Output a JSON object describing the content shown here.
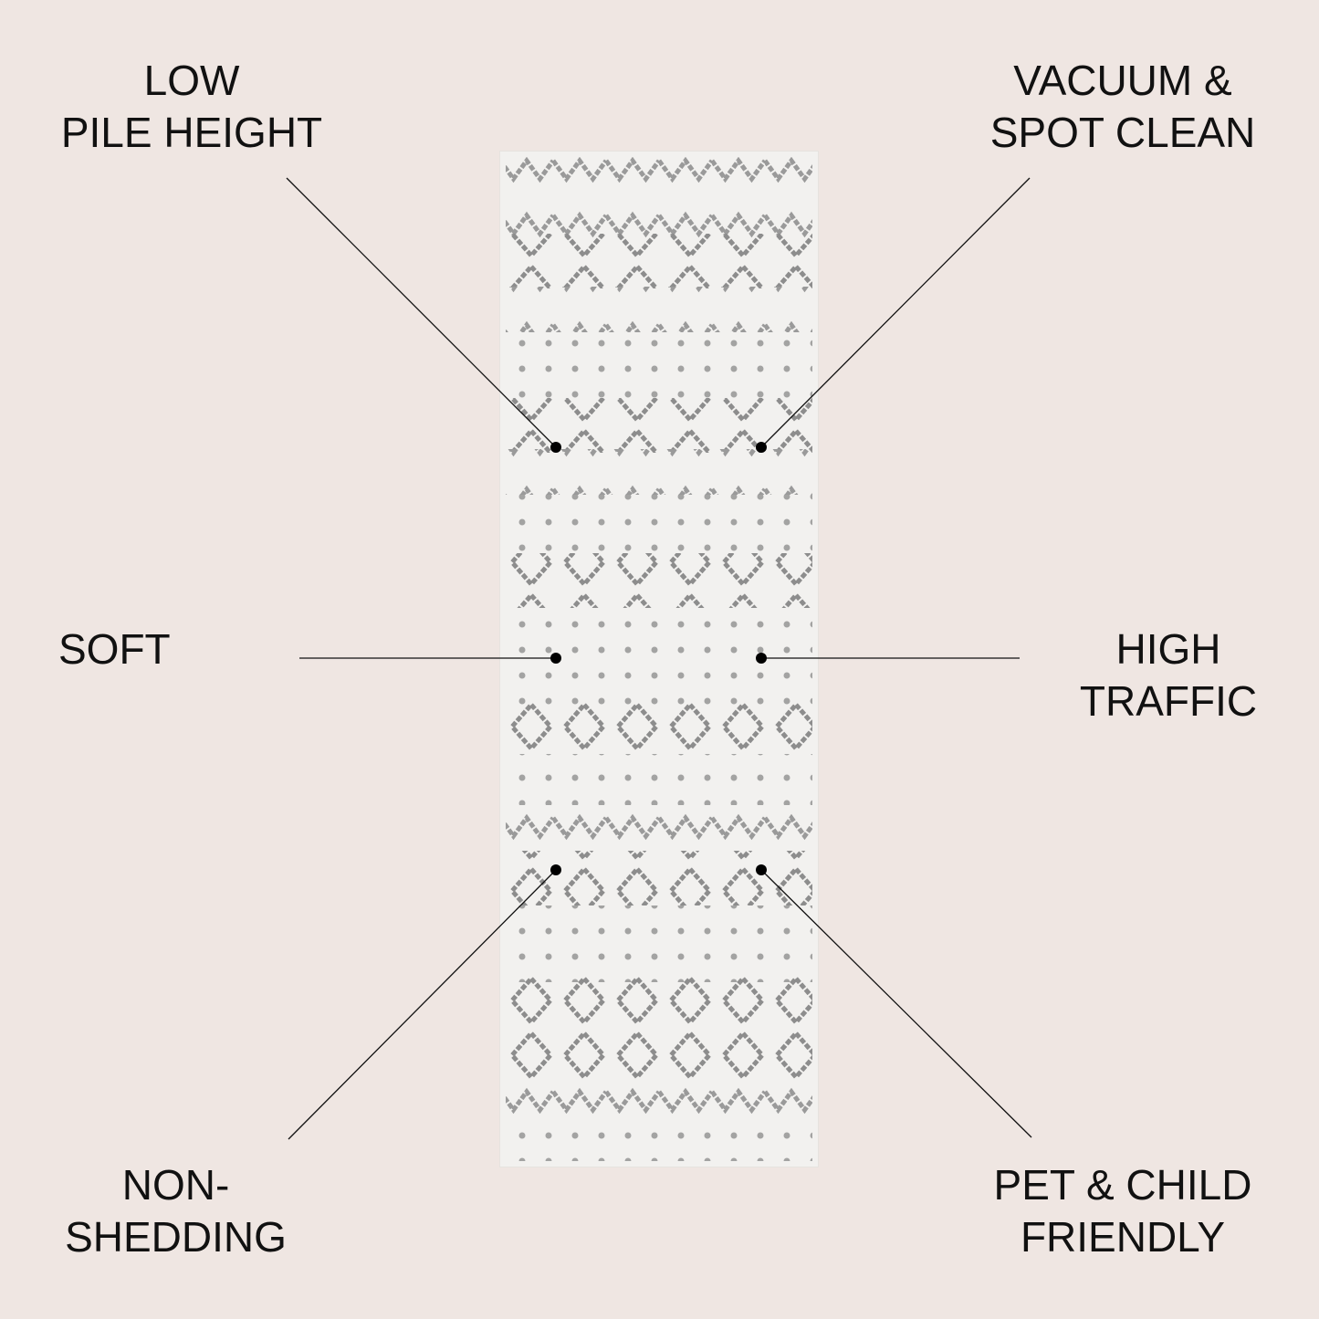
{
  "background_color": "#efe6e2",
  "product": {
    "name": "runner-rug",
    "pattern": "moroccan trellis diamond pattern, grey on ivory",
    "base_color": "#f1f0ee",
    "pattern_color": "#8f8f8f"
  },
  "callouts": [
    {
      "id": "low-pile-height",
      "line1": "LOW",
      "line2": "PILE HEIGHT"
    },
    {
      "id": "vacuum-spot-clean",
      "line1": "VACUUM &",
      "line2": "SPOT CLEAN"
    },
    {
      "id": "soft",
      "line1": "SOFT",
      "line2": ""
    },
    {
      "id": "high-traffic",
      "line1": "HIGH",
      "line2": "TRAFFIC"
    },
    {
      "id": "non-shedding",
      "line1": "NON-",
      "line2": "SHEDDING"
    },
    {
      "id": "pet-child-friendly",
      "line1": "PET & CHILD",
      "line2": "FRIENDLY"
    }
  ]
}
